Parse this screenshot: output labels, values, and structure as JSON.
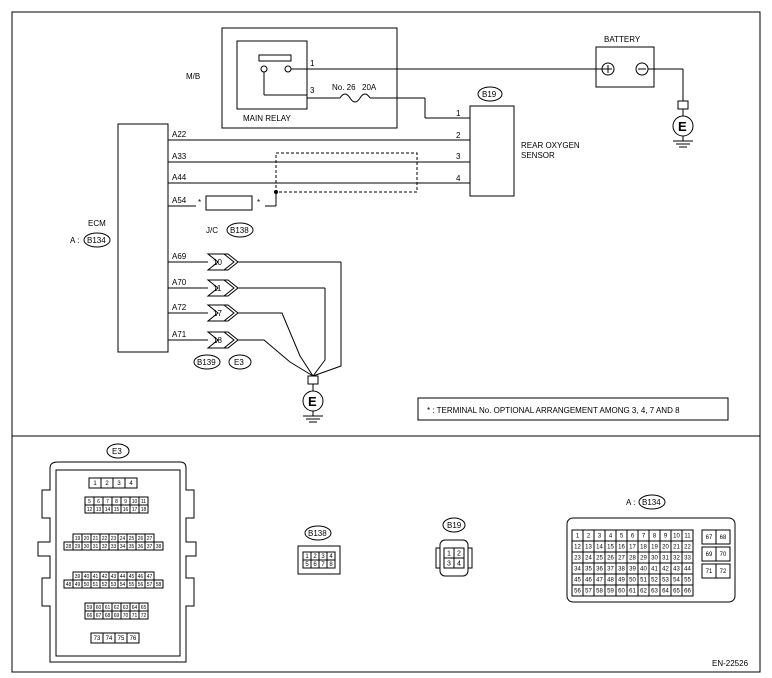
{
  "doc_id": "EN-22526",
  "note": "* : TERMINAL No. OPTIONAL ARRANGEMENT AMONG 3, 4, 7 AND 8",
  "relay": {
    "mb_label": "M/B",
    "name": "MAIN RELAY",
    "pin1": "1",
    "pin3": "3"
  },
  "fuse": {
    "label": "No. 26",
    "rating": "20A"
  },
  "battery": {
    "label": "BATTERY"
  },
  "ground_label": "E",
  "sensor": {
    "connector": "B19",
    "name_line1": "REAR OXYGEN",
    "name_line2": "SENSOR",
    "pins": [
      "1",
      "2",
      "3",
      "4"
    ]
  },
  "ecm": {
    "label": "ECM",
    "connector_prefix": "A :",
    "connector": "B134",
    "pins": [
      "A22",
      "A33",
      "A44",
      "A54",
      "A69",
      "A70",
      "A72",
      "A71"
    ]
  },
  "jc": {
    "label": "J/C",
    "connector": "B138",
    "star": "*"
  },
  "ground_block": {
    "terminals": [
      "10",
      "11",
      "17",
      "18"
    ],
    "connectors": [
      "B139",
      "E3"
    ]
  },
  "connector_views": {
    "e3": {
      "label": "E3",
      "row1": [
        "1",
        "2",
        "3",
        "4"
      ],
      "row2a": [
        "5",
        "6",
        "7",
        "8",
        "9",
        "10",
        "11"
      ],
      "row2b": [
        "12",
        "13",
        "14",
        "15",
        "16",
        "17",
        "18"
      ],
      "row3a": [
        "19",
        "20",
        "21",
        "22",
        "23",
        "24",
        "25",
        "26",
        "27"
      ],
      "row3b": [
        "28",
        "29",
        "30",
        "31",
        "32",
        "33",
        "34",
        "35",
        "36",
        "37",
        "38"
      ],
      "row4a": [
        "39",
        "40",
        "41",
        "42",
        "43",
        "44",
        "45",
        "46",
        "47"
      ],
      "row4b": [
        "48",
        "49",
        "50",
        "51",
        "52",
        "53",
        "54",
        "55",
        "56",
        "57",
        "58"
      ],
      "row5a": [
        "59",
        "60",
        "61",
        "62",
        "63",
        "64",
        "65"
      ],
      "row5b": [
        "66",
        "67",
        "68",
        "69",
        "70",
        "71",
        "72"
      ],
      "row6": [
        "73",
        "74",
        "75",
        "76"
      ]
    },
    "b138": {
      "label": "B138",
      "top": [
        "1",
        "2",
        "3",
        "4"
      ],
      "bottom": [
        "5",
        "6",
        "7",
        "8"
      ]
    },
    "b19": {
      "label": "B19",
      "pins": [
        "1",
        "2",
        "3",
        "4"
      ]
    },
    "b134": {
      "prefix": "A :",
      "label": "B134",
      "rows": [
        [
          "1",
          "2",
          "3",
          "4",
          "5",
          "6",
          "7",
          "8",
          "9",
          "10",
          "11"
        ],
        [
          "12",
          "13",
          "14",
          "15",
          "16",
          "17",
          "18",
          "19",
          "20",
          "21",
          "22"
        ],
        [
          "23",
          "24",
          "25",
          "26",
          "27",
          "28",
          "29",
          "30",
          "31",
          "32",
          "33"
        ],
        [
          "34",
          "35",
          "36",
          "37",
          "38",
          "39",
          "40",
          "41",
          "42",
          "43",
          "44"
        ],
        [
          "45",
          "46",
          "47",
          "48",
          "49",
          "50",
          "51",
          "52",
          "53",
          "54",
          "55"
        ],
        [
          "56",
          "57",
          "58",
          "59",
          "60",
          "61",
          "62",
          "63",
          "64",
          "65",
          "66"
        ]
      ],
      "side": [
        [
          "67",
          "68"
        ],
        [
          "69",
          "70"
        ],
        [
          "71",
          "72"
        ]
      ]
    }
  }
}
